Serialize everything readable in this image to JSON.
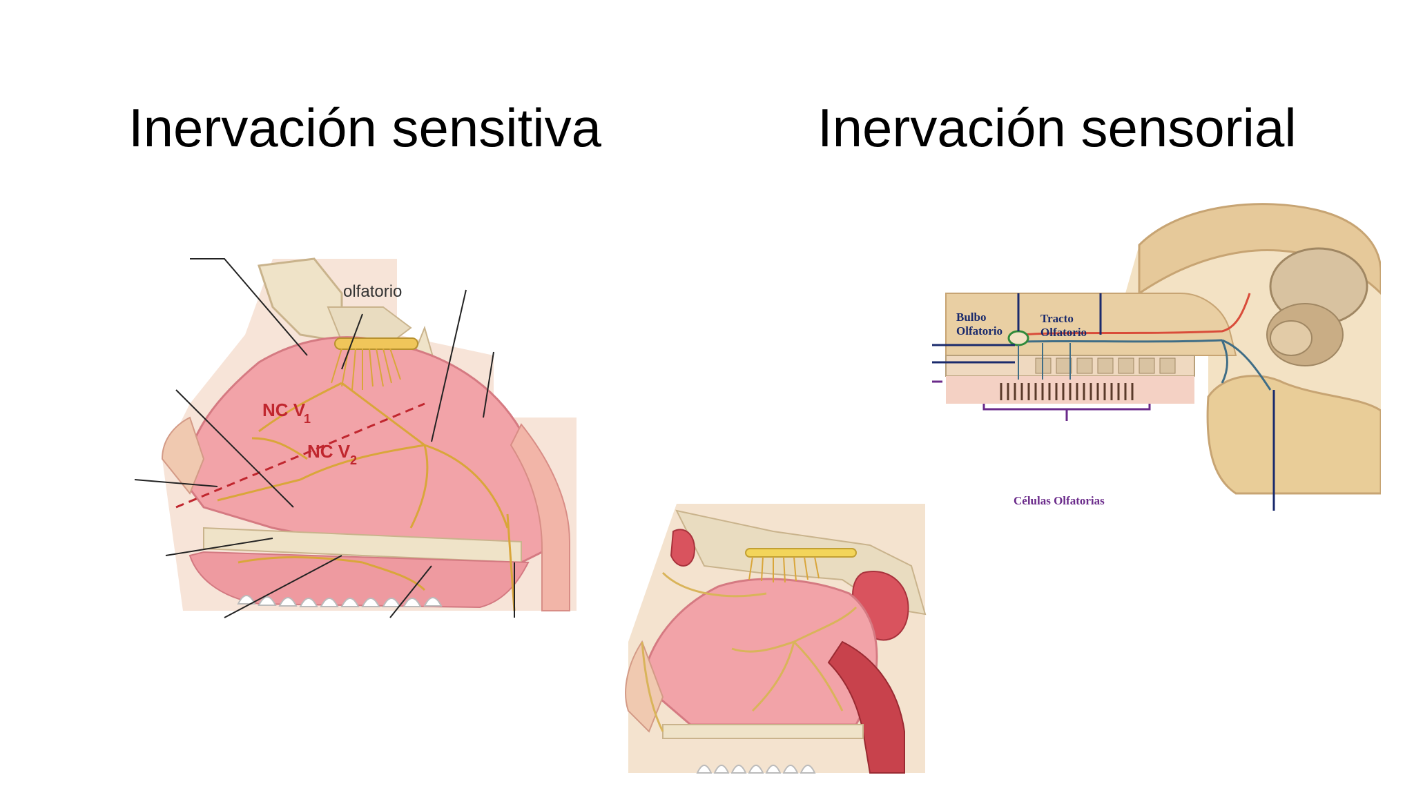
{
  "slide": {
    "titles": {
      "left": "Inervación sensitiva",
      "right": "Inervación sensorial"
    },
    "figures": {
      "left": {
        "labels": {
          "top_cut": "olfatorio",
          "nc_v1": "NC V",
          "nc_v1_sub": "1",
          "nc_v2": "NC V",
          "nc_v2_sub": "2"
        }
      },
      "right": {
        "labels": {
          "bulbo_line1": "Bulbo",
          "bulbo_line2": "Olfatorio",
          "tracto_line1": "Tracto",
          "tracto_line2": "Olfatorio",
          "celulas": "Células Olfatorias"
        }
      }
    },
    "colors": {
      "text": "#000000",
      "tissue_pink": "#f2a3a8",
      "nerve_yellow": "#e8c25a",
      "bone_beige": "#e9dcc0",
      "brain_tan": "#e6c99a",
      "label_navy": "#1a2a6c",
      "label_purple": "#6a2a8a",
      "nc_red": "#c0262e"
    }
  }
}
